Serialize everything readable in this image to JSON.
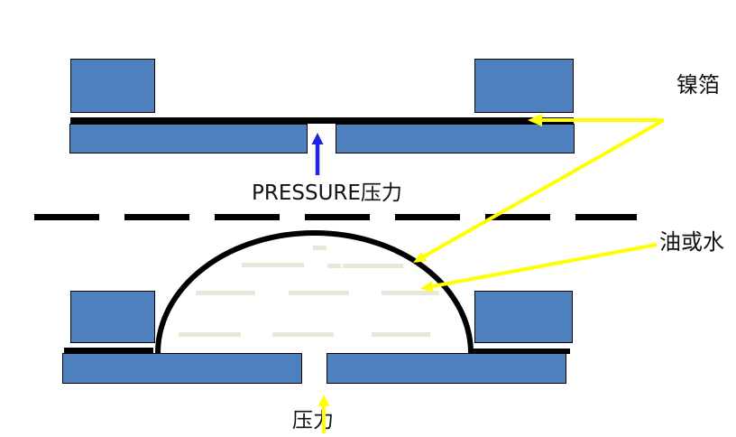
{
  "labels": {
    "pressure_top": "PRESSURE压力",
    "pressure_bottom": "压力",
    "nickel_foil": "镍箔",
    "oil_or_water": "油或水"
  },
  "colors": {
    "block_blue": "#4d80bd",
    "outline_black": "#000000",
    "arrow_blue": "#2323dc",
    "annotation_yellow": "#ffff00",
    "liquid_beige": "#eae6d9"
  }
}
